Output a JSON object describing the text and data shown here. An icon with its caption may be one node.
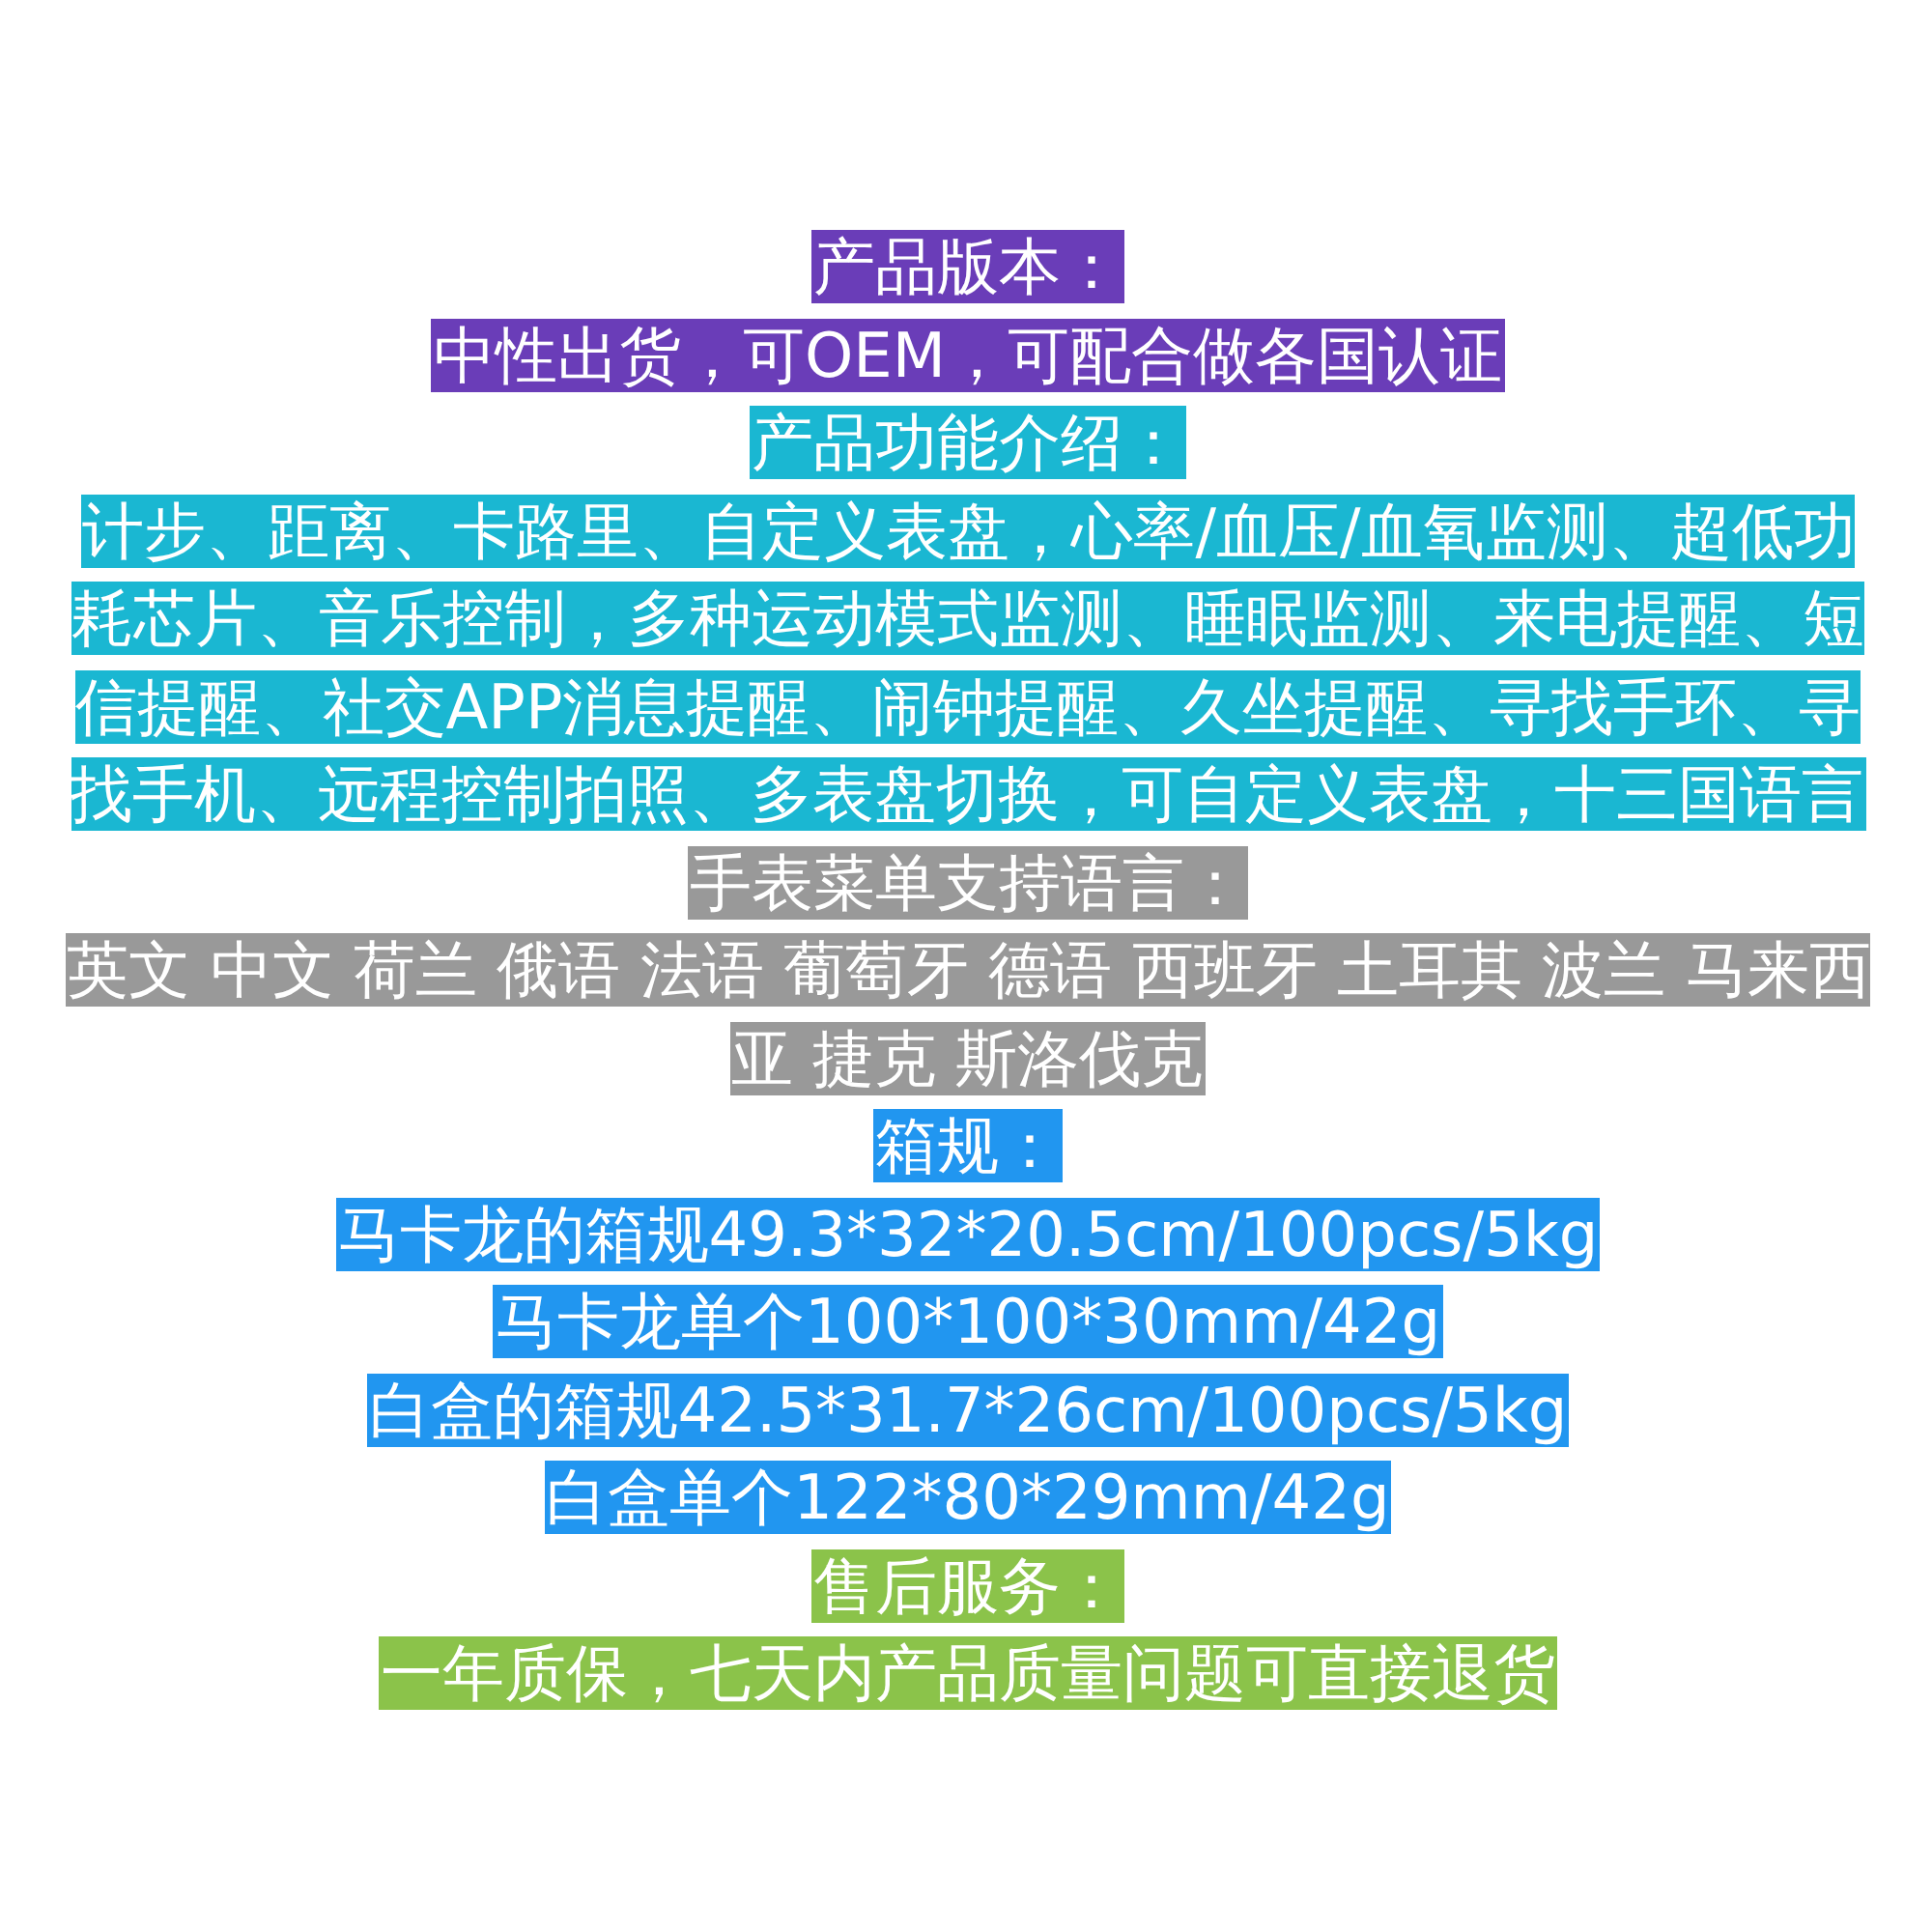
{
  "diagram": {
    "labels": [
      "产品版本：",
      "中性出货，可OEM，可配合做各国认证",
      "产品功能介绍：",
      "计步、距离、卡路里、自定义表盘，心率/血压/血氧监测、超低功耗芯片、音乐控制，多种运动模式监测、睡眠监测、来电提醒、短信提醒、社交APP消息提醒、闹钟提醒、久坐提醒、寻找手环、寻找手机、远程控制拍照、多表盘切换，可自定义表盘，十三国语言",
      "手表菜单支持语言：",
      "英文 中文 荷兰 俄语 法语 葡萄牙 德语 西班牙 土耳其 波兰 马来西亚 捷克 斯洛伐克",
      "箱规：",
      "马卡龙的箱规49.3*32*20.5cm/100pcs/5kg",
      "马卡龙单个100*100*30mm/42g",
      "白盒的箱规42.5*31.7*26cm/100pcs/5kg",
      "白盒单个122*80*29mm/42g",
      "售后服务：",
      "一年质保，七天内产品质量问题可直接退货"
    ]
  }
}
